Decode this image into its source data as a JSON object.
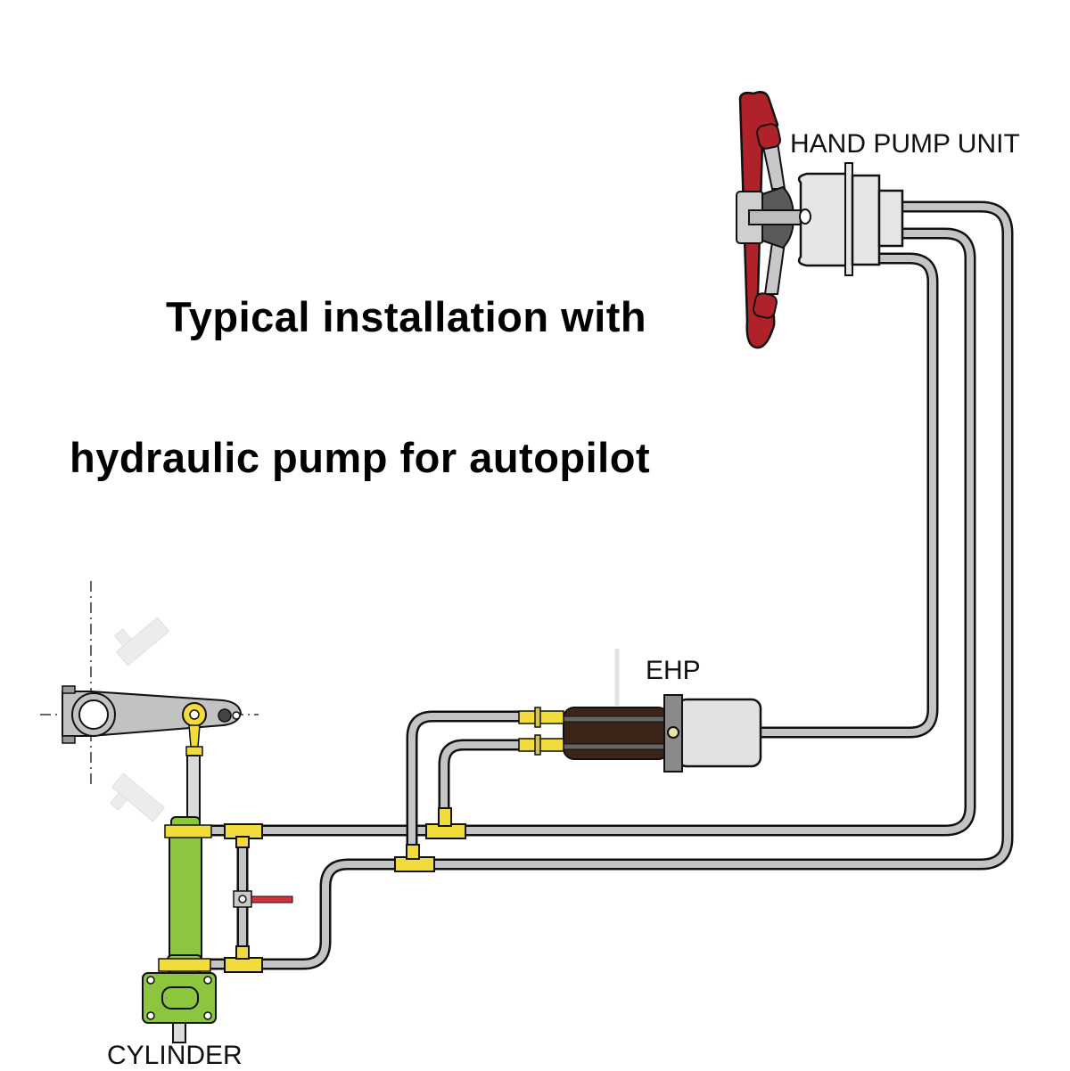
{
  "title": {
    "line1": "Typical installation with",
    "line2": "hydraulic pump for autopilot"
  },
  "labels": {
    "hand_pump": "HAND PUMP UNIT",
    "ehp": "EHP",
    "cylinder": "CYLINDER"
  },
  "colors": {
    "wheel_red": "#b0222a",
    "cylinder_green": "#8cc63f",
    "fitting_yellow": "#f2dc3c",
    "pipe_grey": "#c4c4c4",
    "ehp_brown": "#3b2418",
    "valve_handle": "#d7303a"
  }
}
